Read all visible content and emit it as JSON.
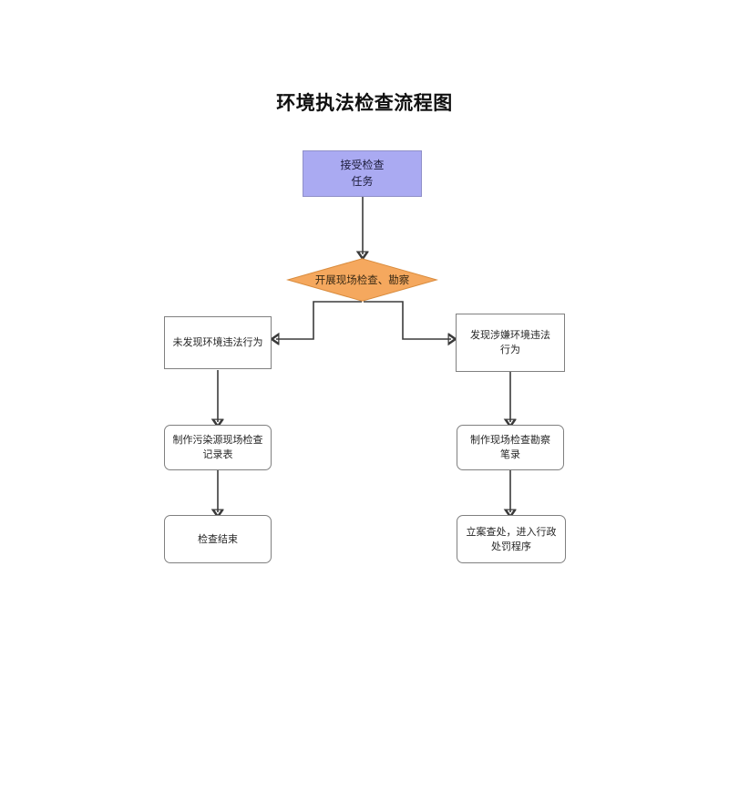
{
  "page": {
    "title": "环境执法检查流程图",
    "background_color": "#ffffff"
  },
  "colors": {
    "start_fill": "#aaaaf2",
    "start_border": "#8f8fc8",
    "decision_fill": "#f5a85e",
    "decision_border": "#d98c3e",
    "node_border": "#808080",
    "node_fill": "#ffffff",
    "edge_stroke": "#3b3b3b",
    "text": "#262626"
  },
  "flowchart": {
    "type": "flowchart",
    "orientation": "top-down",
    "nodes": [
      {
        "id": "start",
        "shape": "rectangle",
        "label": "接受检查\n任务",
        "fill": "#aaaaf2"
      },
      {
        "id": "decision",
        "shape": "diamond",
        "label": "开展现场检查、勘察",
        "fill": "#f5a85e"
      },
      {
        "id": "no-violation",
        "shape": "rectangle",
        "label": "未发现环境违法行为",
        "fill": "#ffffff"
      },
      {
        "id": "suspected-violation",
        "shape": "rectangle",
        "label": "发现涉嫌环境违法\n行为",
        "fill": "#ffffff"
      },
      {
        "id": "pollution-record",
        "shape": "rounded-rectangle",
        "label": "制作污染源现场检查\n记录表",
        "fill": "#ffffff"
      },
      {
        "id": "survey-record",
        "shape": "rounded-rectangle",
        "label": "制作现场检查勘察\n笔录",
        "fill": "#ffffff"
      },
      {
        "id": "inspection-end",
        "shape": "rounded-rectangle",
        "label": "检查结束",
        "fill": "#ffffff"
      },
      {
        "id": "case-filing",
        "shape": "rounded-rectangle",
        "label": "立案查处，进入行政\n处罚程序",
        "fill": "#ffffff"
      }
    ],
    "edges": [
      {
        "from": "start",
        "to": "decision",
        "label": ""
      },
      {
        "from": "decision",
        "to": "no-violation",
        "label": ""
      },
      {
        "from": "decision",
        "to": "suspected-violation",
        "label": ""
      },
      {
        "from": "no-violation",
        "to": "pollution-record",
        "label": ""
      },
      {
        "from": "suspected-violation",
        "to": "survey-record",
        "label": ""
      },
      {
        "from": "pollution-record",
        "to": "inspection-end",
        "label": ""
      },
      {
        "from": "survey-record",
        "to": "case-filing",
        "label": ""
      }
    ]
  }
}
